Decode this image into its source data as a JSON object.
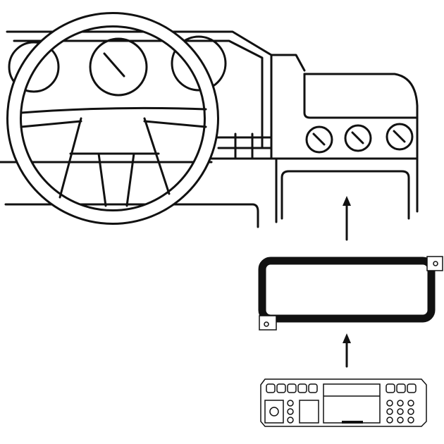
{
  "diagram": {
    "description_labels": [],
    "colors": {
      "line": "#111111",
      "background": "#ffffff"
    },
    "steps": [
      {
        "from": "radio-unit",
        "to": "mounting-frame"
      },
      {
        "from": "mounting-frame",
        "to": "dashboard-opening"
      }
    ]
  }
}
